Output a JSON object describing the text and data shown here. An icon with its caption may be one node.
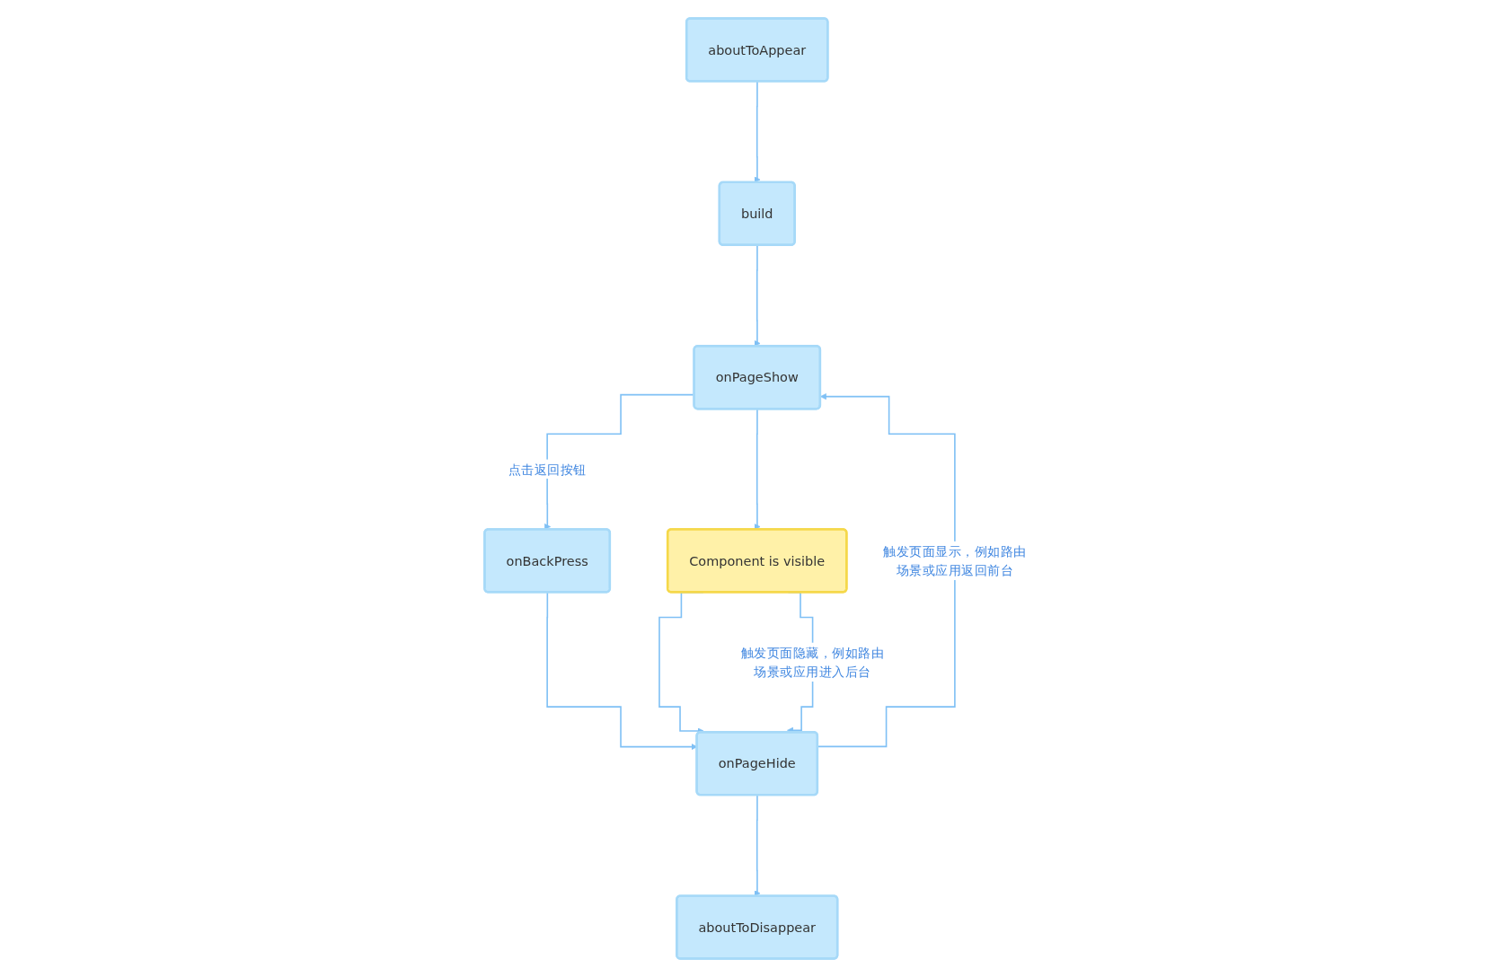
{
  "diagram": {
    "nodes": [
      {
        "text": [
          "aboutToAppear"
        ]
      },
      {
        "text": [
          "build"
        ]
      },
      {
        "text": [
          "onPageShow"
        ]
      },
      {
        "text": [
          "onBackPress"
        ]
      },
      {
        "text": [
          "Component is visible"
        ]
      },
      {
        "text": [
          "onPageHide"
        ]
      },
      {
        "text": [
          "aboutToDisappear"
        ]
      }
    ],
    "edges": [
      {
        "from": 0,
        "to": 1,
        "arrow": "to"
      },
      {
        "from": 1,
        "to": 2,
        "arrow": "to"
      },
      {
        "from": 2,
        "to": 3,
        "arrow": "to",
        "label": "点击返回按钮"
      },
      {
        "from": 2,
        "to": 4,
        "arrow": "to"
      },
      {
        "from": 4,
        "to": 5,
        "arrow": "to"
      },
      {
        "from": 3,
        "to": 5,
        "arrow": "to"
      },
      {
        "from": 4,
        "to": 5,
        "arrow": "to",
        "label": "触发页面隐藏，例如路由场景或应用进入后台"
      },
      {
        "from": 5,
        "to": 2,
        "arrow": "to",
        "label": "触发页面显示，例如路由场景或应用返回前台"
      },
      {
        "from": 5,
        "to": 6,
        "arrow": "to"
      }
    ]
  }
}
